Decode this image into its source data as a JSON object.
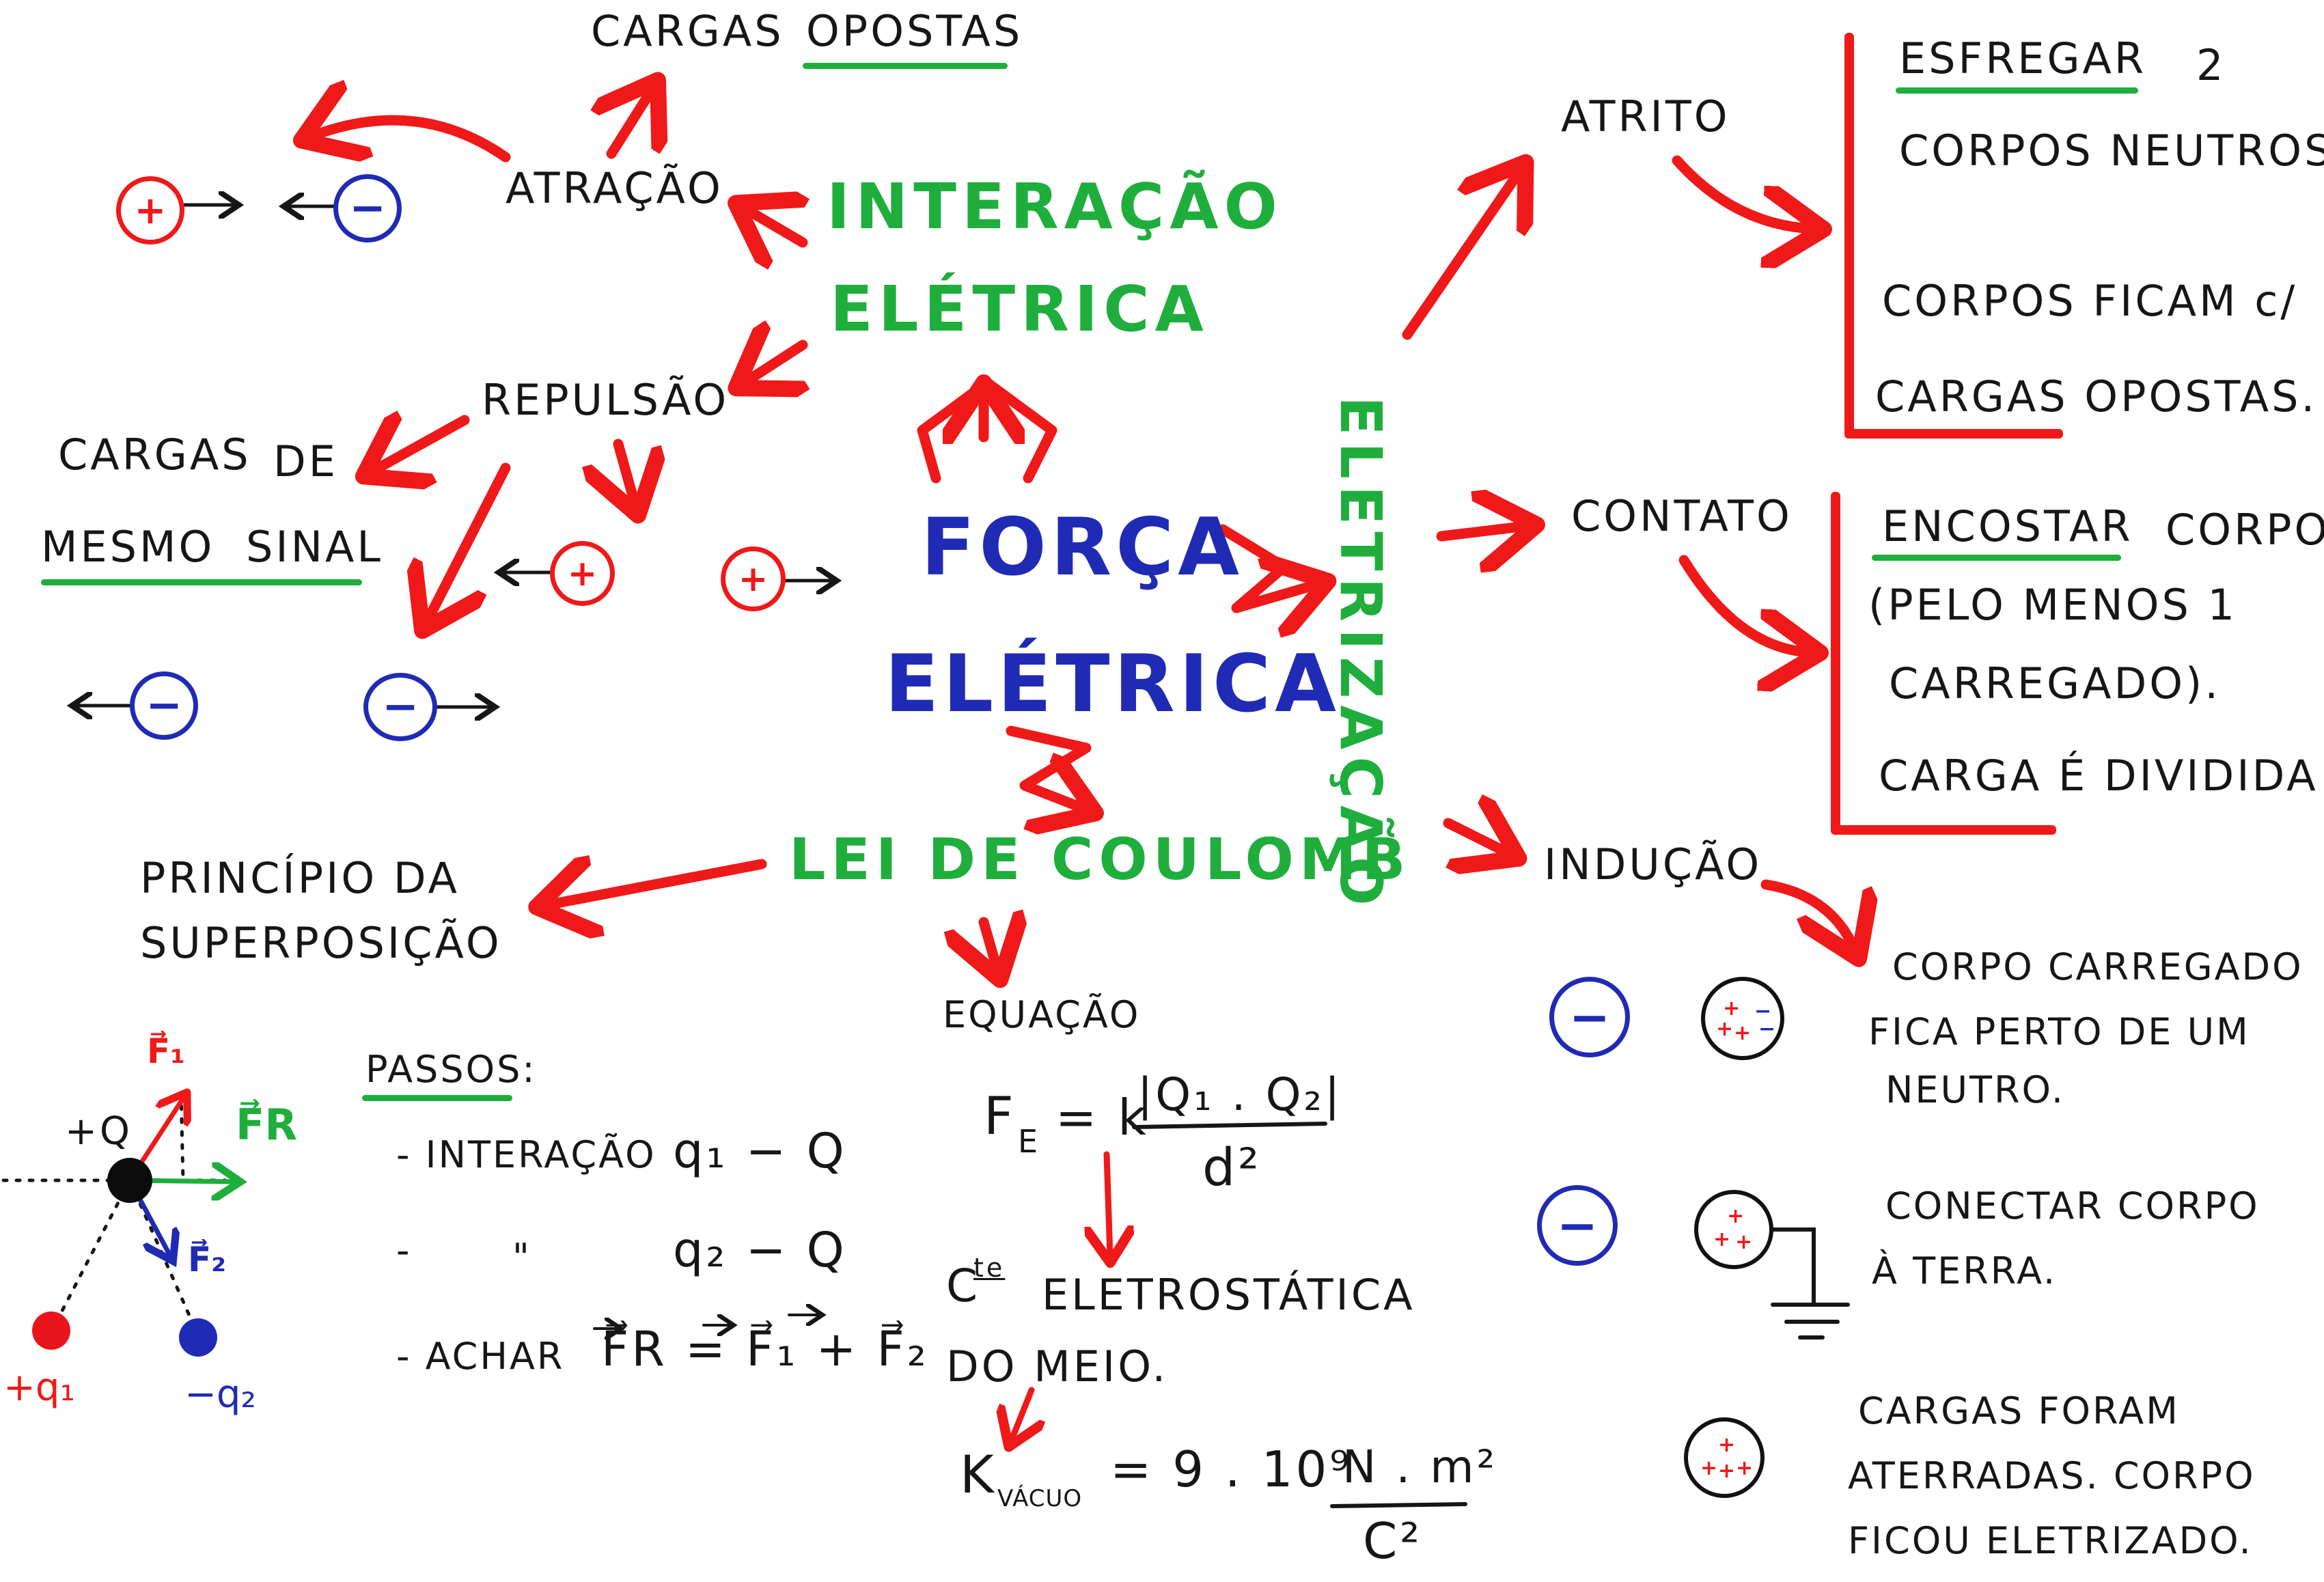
{
  "center": {
    "line1": "FORÇA",
    "line2": "ELÉTRICA"
  },
  "interacao": {
    "line1": "INTERAÇÃO",
    "line2": "ELÉTRICA"
  },
  "atracao": {
    "label": "ATRAÇÃO",
    "rule_a": "CARGAS",
    "rule_b": "OPOSTAS"
  },
  "repulsao": {
    "label": "REPULSÃO",
    "rule_a": "CARGAS",
    "rule_b": "DE",
    "rule_c": "MESMO",
    "rule_d": "SINAL"
  },
  "charge_symbols": {
    "plus": "+",
    "minus": "−"
  },
  "coulomb": {
    "title": "LEI DE COULOMB",
    "principle_line1": "PRINCÍPIO DA",
    "principle_line2": "SUPERPOSIÇÃO",
    "steps_title": "PASSOS:",
    "step1_label": "- INTERAÇÃO",
    "step1_value": "q₁ − Q",
    "step2_label": "-",
    "step2_ditto": "\"",
    "step2_value": "q₂ − Q",
    "step3_label": "- ACHAR",
    "step3_eq": "F⃗R = F⃗₁ + F⃗₂",
    "charge_Q": "+Q",
    "charge_q1": "+q₁",
    "charge_q2": "−q₂",
    "vec_F1": "F⃗₁",
    "vec_F2": "F⃗₂",
    "vec_FR": "F⃗R",
    "equation_title": "EQUAÇÃO",
    "eq_lhs": "F",
    "eq_lhs_sub": "E",
    "eq_eq_k": "= k",
    "eq_num": "|Q₁ . Q₂|",
    "eq_den": "d²",
    "const_prefix": "C",
    "const_sup": "te",
    "const_line1": "ELETROSTÁTICA",
    "const_line2": "DO MEIO.",
    "kvac_k": "K",
    "kvac_sub": "VÁCUO",
    "kvac_val": "= 9 . 10⁹",
    "kvac_num": "N . m²",
    "kvac_den": "C²"
  },
  "eletrizacao": {
    "title": "ELETRIZAÇÃO",
    "atrito": {
      "label": "ATRITO",
      "line1_a": "ESFREGAR",
      "line1_b": "2",
      "line2": "CORPOS NEUTROS.",
      "line3": "CORPOS FICAM c/",
      "line4": "CARGAS OPOSTAS."
    },
    "contato": {
      "label": "CONTATO",
      "line1_a": "ENCOSTAR",
      "line1_b": "CORPOS",
      "line2": "(PELO MENOS 1",
      "line3": "CARREGADO).",
      "line4": "CARGA É DIVIDIDA"
    },
    "inducao": {
      "label": "INDUÇÃO",
      "s1_line1": "CORPO CARREGADO",
      "s1_line2": "FICA PERTO DE UM",
      "s1_line3": "NEUTRO.",
      "s2_line1": "CONECTAR CORPO",
      "s2_line2": "À TERRA.",
      "s3_line1": "CARGAS FORAM",
      "s3_line2": "ATERRADAS. CORPO",
      "s3_line3": "FICOU ELETRIZADO."
    }
  },
  "colors": {
    "red": "#f01919",
    "green": "#1fae3c",
    "blue": "#1f2ab5",
    "black": "#161616"
  }
}
